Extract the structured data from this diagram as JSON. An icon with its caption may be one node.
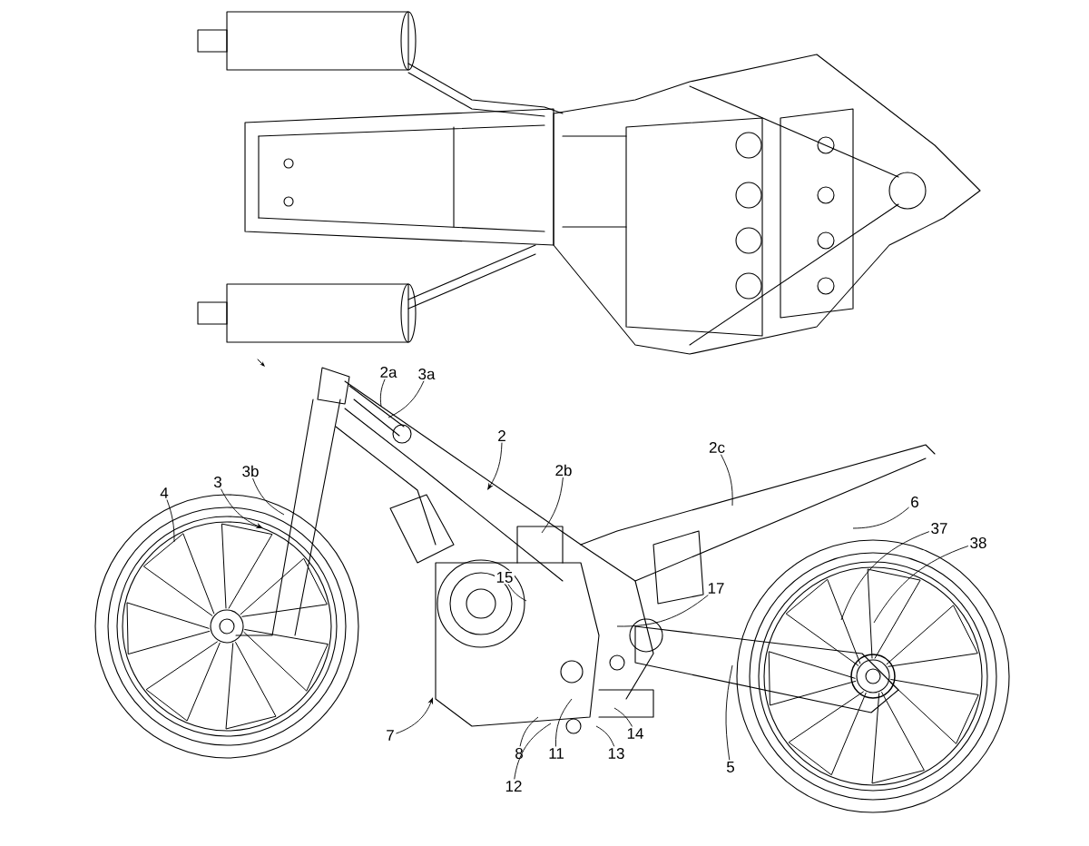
{
  "diagram": {
    "nodes": [
      {
        "text": [
          "2a"
        ]
      },
      {
        "text": [
          "3a"
        ]
      },
      {
        "text": [
          "2"
        ]
      },
      {
        "text": [
          "2c"
        ]
      },
      {
        "text": [
          "3b"
        ]
      },
      {
        "text": [
          "3"
        ]
      },
      {
        "text": [
          "4"
        ]
      },
      {
        "text": [
          "2b"
        ]
      },
      {
        "text": [
          "6"
        ]
      },
      {
        "text": [
          "37"
        ]
      },
      {
        "text": [
          "38"
        ]
      },
      {
        "text": [
          "15"
        ]
      },
      {
        "text": [
          "17"
        ]
      },
      {
        "text": [
          "7"
        ]
      },
      {
        "text": [
          "14"
        ]
      },
      {
        "text": [
          "8"
        ]
      },
      {
        "text": [
          "11"
        ]
      },
      {
        "text": [
          "13"
        ]
      },
      {
        "text": [
          "5"
        ]
      },
      {
        "text": [
          "12"
        ]
      }
    ],
    "edges": [
      {
        "from": 0,
        "to": null,
        "arrow": "none"
      },
      {
        "from": 1,
        "to": null,
        "arrow": "none"
      },
      {
        "from": 2,
        "to": null,
        "arrow": "to"
      },
      {
        "from": 3,
        "to": null,
        "arrow": "none"
      },
      {
        "from": 4,
        "to": null,
        "arrow": "none"
      },
      {
        "from": 5,
        "to": null,
        "arrow": "to"
      },
      {
        "from": 6,
        "to": null,
        "arrow": "none"
      },
      {
        "from": 7,
        "to": null,
        "arrow": "none"
      },
      {
        "from": 8,
        "to": null,
        "arrow": "none"
      },
      {
        "from": 9,
        "to": null,
        "arrow": "none"
      },
      {
        "from": 10,
        "to": null,
        "arrow": "none"
      },
      {
        "from": 11,
        "to": null,
        "arrow": "none"
      },
      {
        "from": 12,
        "to": null,
        "arrow": "none"
      },
      {
        "from": 13,
        "to": null,
        "arrow": "to"
      },
      {
        "from": 14,
        "to": null,
        "arrow": "none"
      },
      {
        "from": 15,
        "to": null,
        "arrow": "none"
      },
      {
        "from": 16,
        "to": null,
        "arrow": "none"
      },
      {
        "from": 17,
        "to": null,
        "arrow": "none"
      },
      {
        "from": 18,
        "to": null,
        "arrow": "none"
      },
      {
        "from": 19,
        "to": null,
        "arrow": "none"
      }
    ]
  }
}
